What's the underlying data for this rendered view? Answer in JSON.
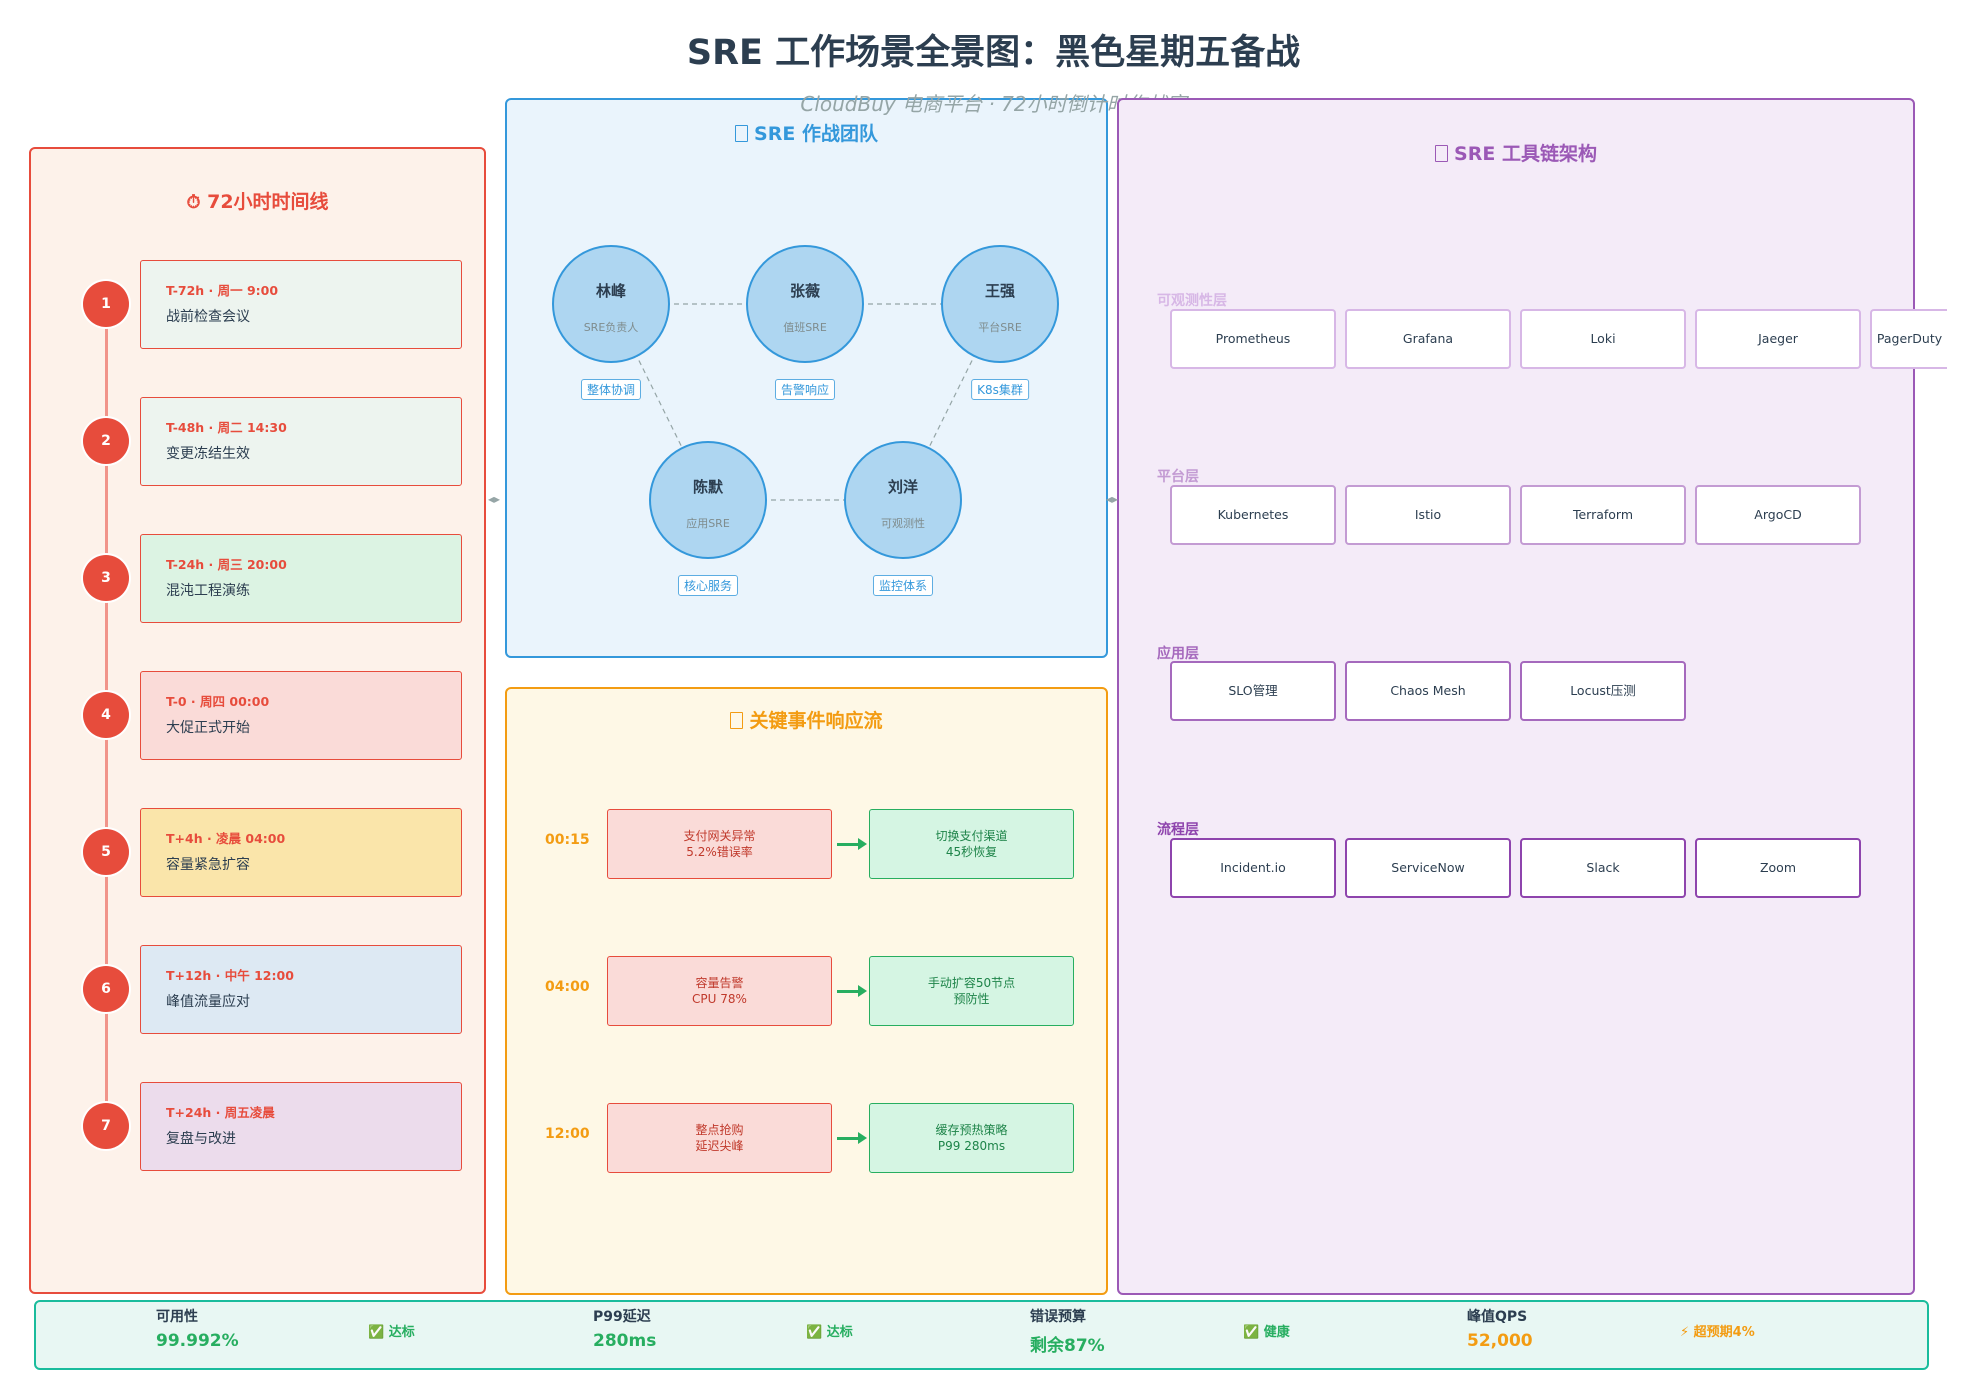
{
  "title": "SRE 工作场景全景图：黑色星期五备战",
  "subtitle": "CloudBuy 电商平台 · 72小时倒计时作战室",
  "colors": {
    "timeline": "#e74c3c",
    "team": "#3498db",
    "incident": "#f39c12",
    "tools": "#9b59b6",
    "kpi": "#1abc9c",
    "good": "#27ae60"
  },
  "timeline": {
    "title": "72小时时间线",
    "icon": "stopwatch-icon",
    "items": [
      {
        "num": "1",
        "time": "T-72h · 周一 9:00",
        "event": "战前检查会议",
        "color": "#edf4ef"
      },
      {
        "num": "2",
        "time": "T-48h · 周二 14:30",
        "event": "变更冻结生效",
        "color": "#edf4ef"
      },
      {
        "num": "3",
        "time": "T-24h · 周三 20:00",
        "event": "混沌工程演练",
        "color": "#dcf3e3"
      },
      {
        "num": "4",
        "time": "T-0 · 周四 00:00",
        "event": "大促正式开始",
        "color": "#fadbd8"
      },
      {
        "num": "5",
        "time": "T+4h · 凌晨 04:00",
        "event": "容量紧急扩容",
        "color": "#fae5aa"
      },
      {
        "num": "6",
        "time": "T+12h · 中午 12:00",
        "event": "峰值流量应对",
        "color": "#dde9f3"
      },
      {
        "num": "7",
        "time": "T+24h · 周五凌晨",
        "event": "复盘与改进",
        "color": "#ecdcec"
      }
    ]
  },
  "team": {
    "title": "SRE 作战团队",
    "icon": "team-icon",
    "members": [
      {
        "name": "林峰",
        "role": "SRE负责人",
        "tag": "整体协调"
      },
      {
        "name": "张薇",
        "role": "值班SRE",
        "tag": "告警响应"
      },
      {
        "name": "王强",
        "role": "平台SRE",
        "tag": "K8s集群"
      },
      {
        "name": "陈默",
        "role": "应用SRE",
        "tag": "核心服务"
      },
      {
        "name": "刘洋",
        "role": "可观测性",
        "tag": "监控体系"
      }
    ]
  },
  "incidents": {
    "title": "关键事件响应流",
    "icon": "alert-icon",
    "items": [
      {
        "time": "00:15",
        "problem_line1": "支付网关异常",
        "problem_line2": "5.2%错误率",
        "solution_line1": "切换支付渠道",
        "solution_line2": "45秒恢复"
      },
      {
        "time": "04:00",
        "problem_line1": "容量告警",
        "problem_line2": "CPU 78%",
        "solution_line1": "手动扩容50节点",
        "solution_line2": "预防性"
      },
      {
        "time": "12:00",
        "problem_line1": "整点抢购",
        "problem_line2": "延迟尖峰",
        "solution_line1": "缓存预热策略",
        "solution_line2": "P99 280ms"
      }
    ]
  },
  "tools": {
    "title": "SRE 工具链架构",
    "icon": "toolbox-icon",
    "layers": [
      {
        "name": "可观测性层",
        "color": "#d7b7e6",
        "items": [
          "Prometheus",
          "Grafana",
          "Loki",
          "Jaeger",
          "PagerDuty"
        ]
      },
      {
        "name": "平台层",
        "color": "#c39bd3",
        "items": [
          "Kubernetes",
          "Istio",
          "Terraform",
          "ArgoCD"
        ]
      },
      {
        "name": "应用层",
        "color": "#a569bd",
        "items": [
          "SLO管理",
          "Chaos Mesh",
          "Locust压测"
        ]
      },
      {
        "name": "流程层",
        "color": "#8e44ad",
        "items": [
          "Incident.io",
          "ServiceNow",
          "Slack",
          "Zoom"
        ]
      }
    ]
  },
  "kpis": [
    {
      "label": "可用性",
      "value": "99.992%",
      "status": "✅ 达标",
      "color": "#27ae60"
    },
    {
      "label": "P99延迟",
      "value": "280ms",
      "status": "✅ 达标",
      "color": "#27ae60"
    },
    {
      "label": "错误预算",
      "value": "剩余87%",
      "status": "✅ 健康",
      "color": "#27ae60"
    },
    {
      "label": "峰值QPS",
      "value": "52,000",
      "status": "⚡ 超预期4%",
      "color": "#f39c12"
    }
  ]
}
